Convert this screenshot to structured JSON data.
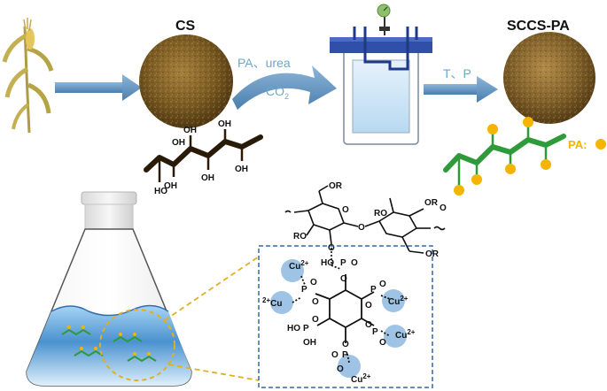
{
  "labels": {
    "cs": "CS",
    "sccs_pa": "SCCS-PA",
    "pa_urea": "PA、urea",
    "co2_base": "CO",
    "co2_sub": "2",
    "t_p": "T、P",
    "pa_legend": "PA:"
  },
  "cellulose": {
    "oh": "OH",
    "ho": "HO",
    "ro": "RO",
    "or": "OR",
    "o": "O"
  },
  "phytate": {
    "cu": "Cu",
    "cu_charge": "2+",
    "p": "P",
    "o": "O",
    "ho": "HO",
    "oh": "OH"
  },
  "colors": {
    "arrow": "#5b8db8",
    "arrow_dark": "#3e6d96",
    "biochar_dark": "#3a2a10",
    "soil": "#7a5a22",
    "pa_dot": "#f5b400",
    "green_chain": "#2e9a3a",
    "reactor_lid": "#2f4fa8",
    "water": "#6aaee0",
    "dashed_box": "#2e6aa8",
    "cu_halo": "#7fb0dd",
    "gold_dash": "#e0b020"
  }
}
